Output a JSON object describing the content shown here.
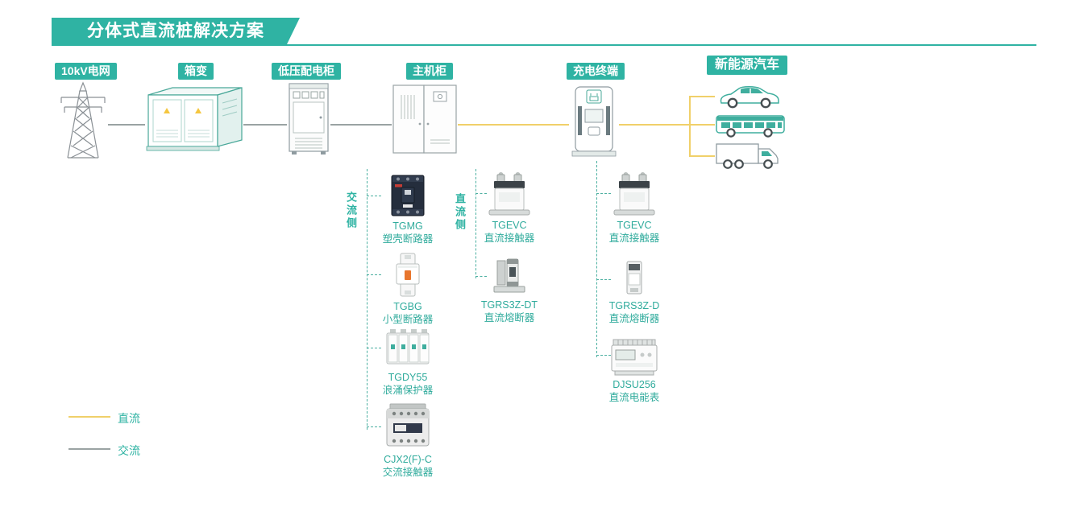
{
  "title": "分体式直流桩解决方案",
  "stations": [
    {
      "label": "10kV电网",
      "icon": "transmission-tower-icon"
    },
    {
      "label": "箱变",
      "icon": "box-transformer-icon"
    },
    {
      "label": "低压配电柜",
      "icon": "lv-distribution-cabinet-icon"
    },
    {
      "label": "主机柜",
      "icon": "main-cabinet-icon"
    },
    {
      "label": "充电终端",
      "icon": "charging-terminal-icon"
    },
    {
      "label": "新能源汽车",
      "icon": "vehicles-icons"
    }
  ],
  "vehicles": [
    "car-icon",
    "bus-icon",
    "truck-icon"
  ],
  "groups": [
    {
      "side_label": "交流侧",
      "products": [
        {
          "model": "TGMG",
          "name": "塑壳断路器",
          "icon": "tgmg-breaker-image"
        },
        {
          "model": "TGBG",
          "name": "小型断路器",
          "icon": "tgbg-breaker-image"
        },
        {
          "model": "TGDY55",
          "name": "浪涌保护器",
          "icon": "tgdy55-spd-image"
        },
        {
          "model": "CJX2(F)-C",
          "name": "交流接触器",
          "icon": "cjx2-contactor-image"
        }
      ]
    },
    {
      "side_label": "直流侧",
      "products": [
        {
          "model": "TGEVC",
          "name": "直流接触器",
          "icon": "tgevc-contactor-image"
        },
        {
          "model": "TGRS3Z-DT",
          "name": "直流熔断器",
          "icon": "tgrs3z-dt-fuse-image"
        }
      ]
    },
    {
      "side_label": "",
      "products": [
        {
          "model": "TGEVC",
          "name": "直流接触器",
          "icon": "tgevc-contactor-image"
        },
        {
          "model": "TGRS3Z-D",
          "name": "直流熔断器",
          "icon": "tgrs3z-d-fuse-image"
        },
        {
          "model": "DJSU256",
          "name": "直流电能表",
          "icon": "djsu256-meter-image"
        }
      ]
    }
  ],
  "legend": [
    {
      "label": "直流",
      "line_color": "#F0D06A"
    },
    {
      "label": "交流",
      "line_color": "#9AA3A3"
    }
  ],
  "colors": {
    "accent_teal": "#2FB3A3",
    "dc_yellow": "#F0D06A",
    "ac_gray": "#9AA3A3"
  }
}
